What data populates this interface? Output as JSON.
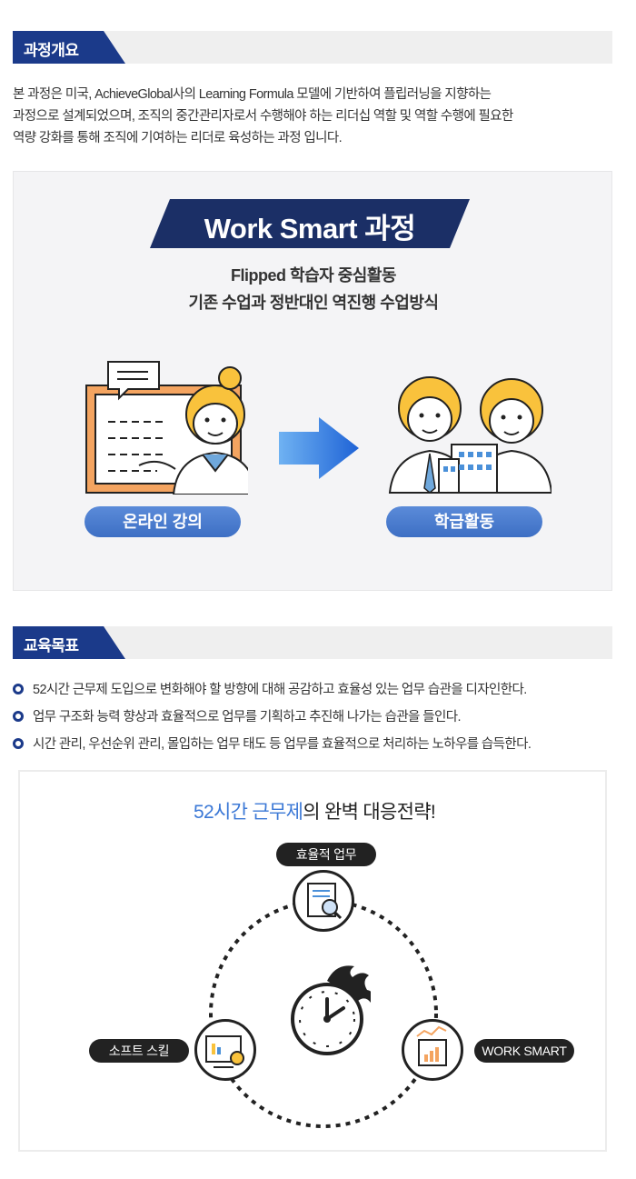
{
  "overview": {
    "heading": "과정개요",
    "lines": [
      "본 과정은 미국, AchieveGlobal사의 Learning Formula 모델에 기반하여 플립러닝을 지향하는",
      "과정으로 설계되었으며, 조직의 중간관리자로서 수행해야 하는 리더십 역할 및 역할 수행에 필요한",
      "역량 강화를 통해 조직에 기여하는 리더로 육성하는 과정 입니다."
    ]
  },
  "workSmart": {
    "title": "Work Smart 과정",
    "sub1": "Flipped 학습자 중심활동",
    "sub2": "기존 수업과 정반대인 역진행 수업방식",
    "online_label": "온라인 강의",
    "class_label": "학급활동"
  },
  "goals": {
    "heading": "교육목표",
    "items": [
      "52시간 근무제 도입으로 변화해야 할 방향에 대해 공감하고 효율성 있는 업무 습관을 디자인한다.",
      "업무 구조화 능력 향상과 효율적으로 업무를 기획하고 추진해 나가는 습관을 들인다.",
      "시간 관리, 우선순위 관리, 몰입하는 업무 태도 등 업무를 효율적으로 처리하는 노하우를 습득한다."
    ]
  },
  "strategy": {
    "title_highlight": "52시간 근무제",
    "title_rest": "의 완벽 대응전략!",
    "node_top": "효율적 업무",
    "node_left": "소프트 스킬",
    "node_right": "WORK SMART"
  },
  "colors": {
    "navy": "#1b3a8a",
    "accent_blue": "#3b78d6",
    "pill_blue": "#4a7dd0",
    "orange": "#f4a460",
    "yellow": "#f9c23c"
  }
}
